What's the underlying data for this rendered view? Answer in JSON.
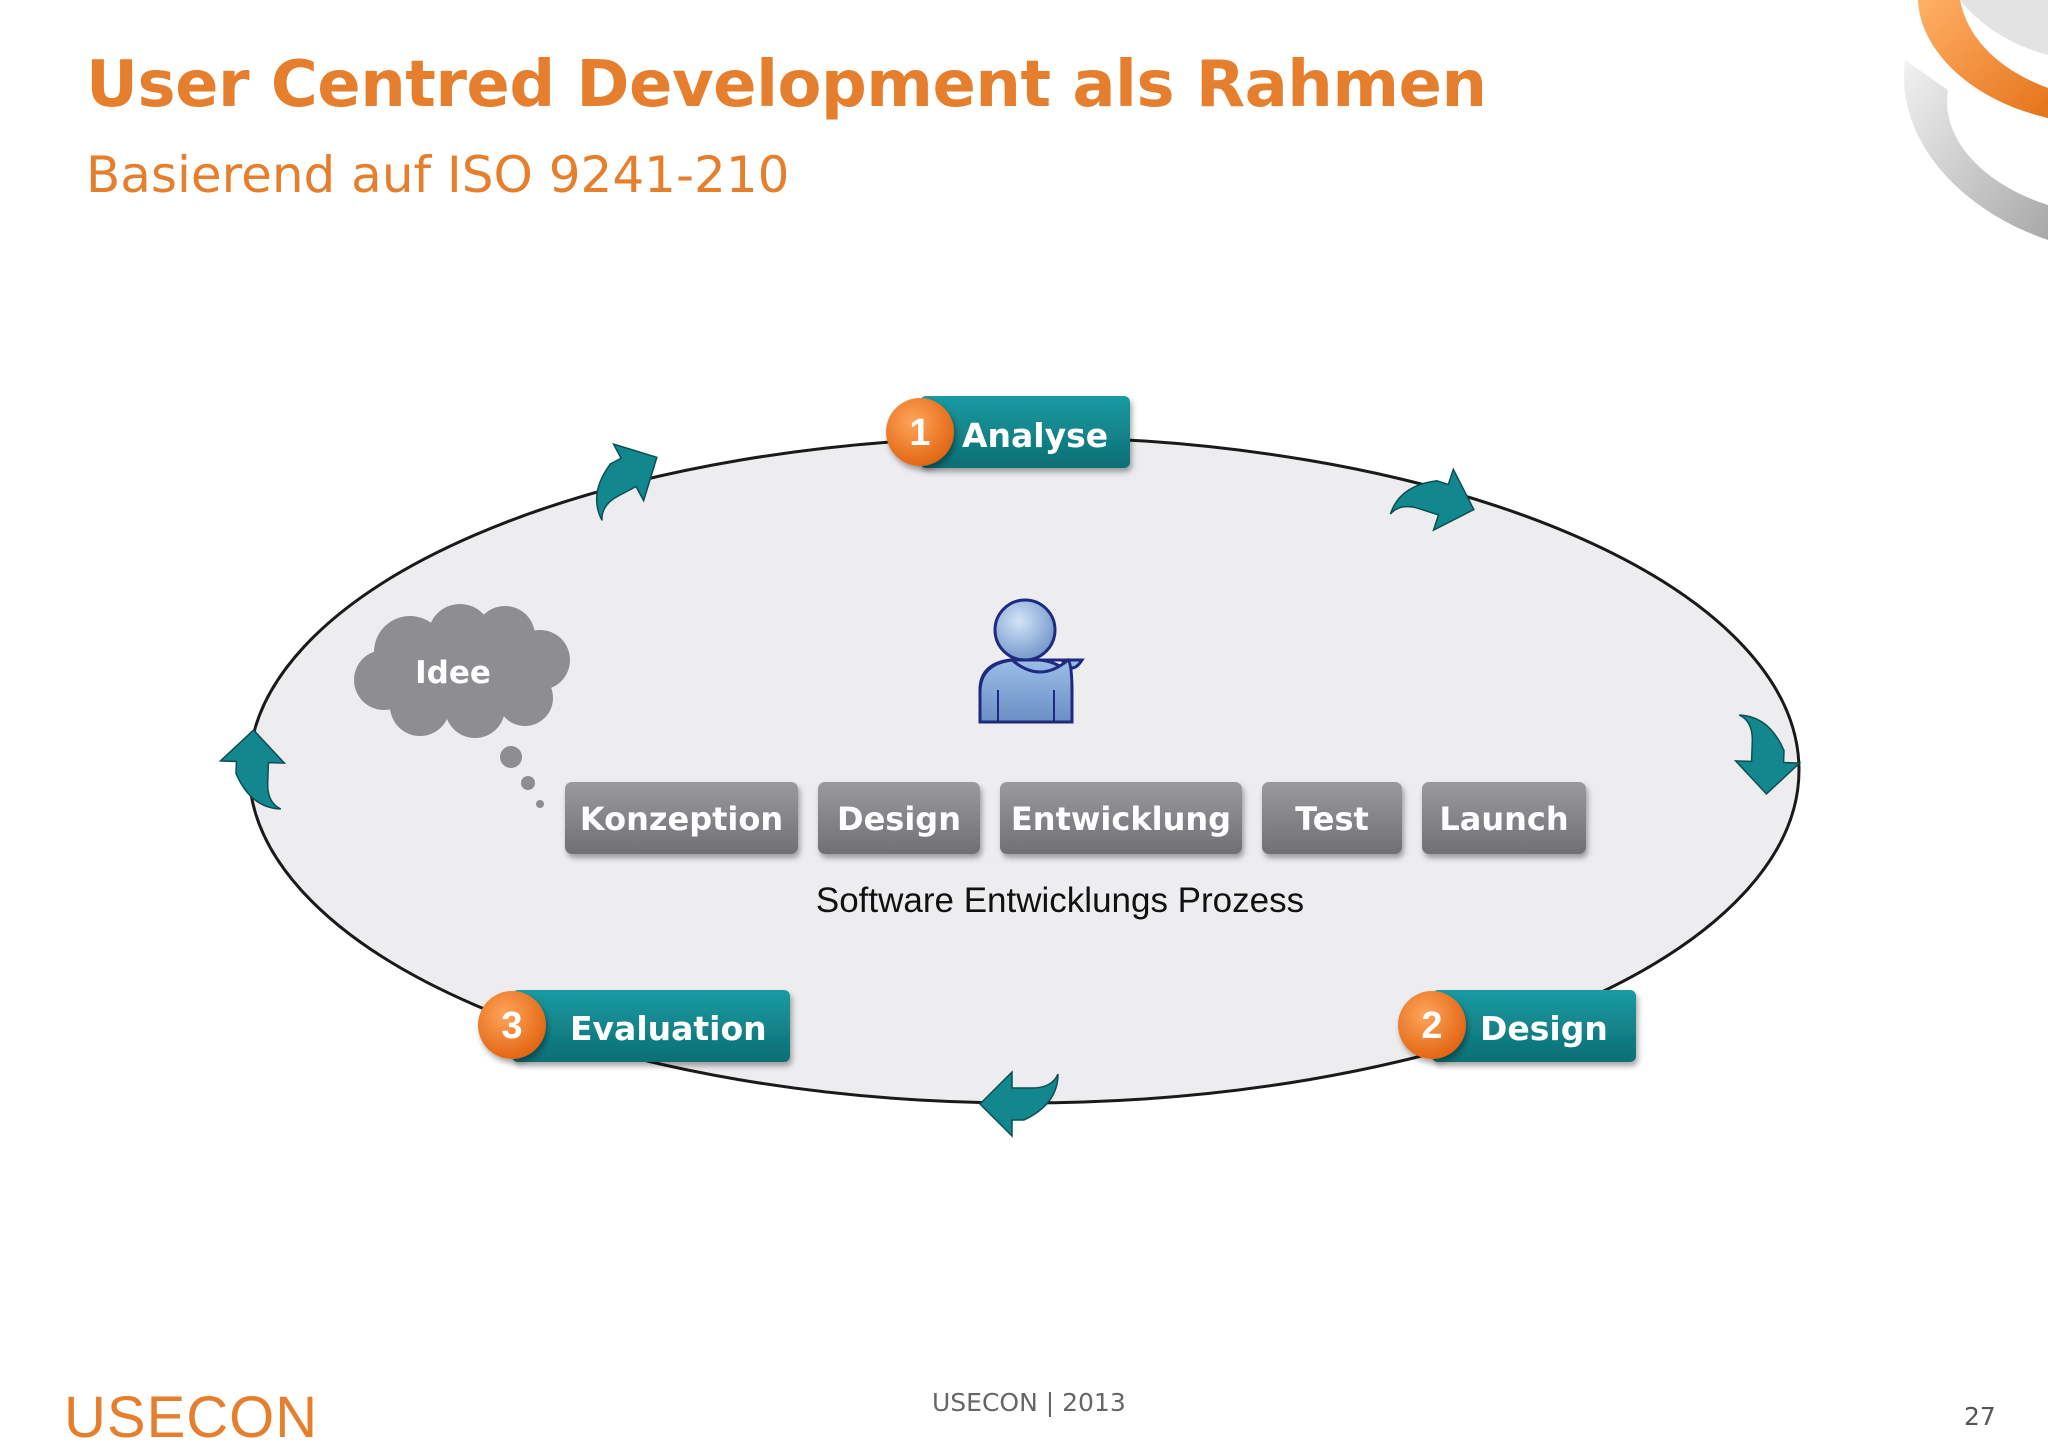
{
  "header": {
    "title": "User Centred Development als Rahmen",
    "subtitle": "Basierend auf ISO 9241-210"
  },
  "cycle": {
    "steps": [
      {
        "number": "1",
        "label": "Analyse"
      },
      {
        "number": "2",
        "label": "Design"
      },
      {
        "number": "3",
        "label": "Evaluation"
      }
    ]
  },
  "idea": {
    "label": "Idee"
  },
  "process": {
    "stages": [
      "Konzeption",
      "Design",
      "Entwicklung",
      "Test",
      "Launch"
    ],
    "caption": "Software Entwicklungs Prozess"
  },
  "footer": {
    "logo": "USECON",
    "center": "USECON | 2013",
    "page": "27"
  },
  "icons": [
    "user-icon",
    "thought-cloud-icon",
    "cycle-arrow-icon",
    "ribbon-logo-icon"
  ],
  "colors": {
    "accent_orange": "#E57F2D",
    "teal": "#12888F",
    "stage_gray": "#7E7E82",
    "ellipse_fill": "#EDEDEF"
  }
}
